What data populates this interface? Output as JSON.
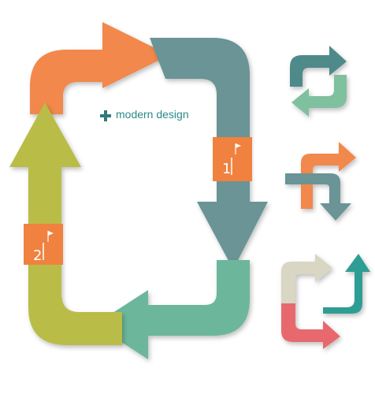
{
  "caption": "modern design",
  "steps": [
    {
      "number": "1",
      "color": "#f0813f"
    },
    {
      "number": "2",
      "color": "#f0813f"
    }
  ],
  "colors": {
    "orange": "#f2884b",
    "slate": "#6b9496",
    "mint": "#6cb79b",
    "olive": "#b9bd47",
    "teal": "#2f9e94",
    "coral": "#e8696d",
    "beige": "#d9d6c4",
    "tag": "#f0813f"
  },
  "icons": [
    "refresh-cycle-icon",
    "split-arrows-icon",
    "multi-arrow-cycle-icon",
    "flag-icon"
  ]
}
